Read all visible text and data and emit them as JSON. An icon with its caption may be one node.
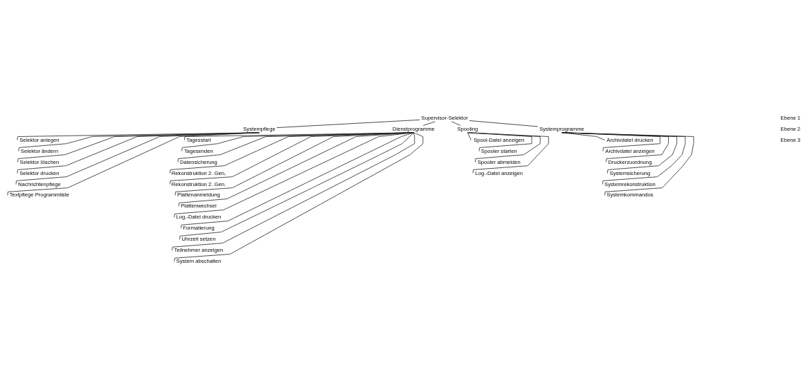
{
  "diagram": {
    "nodes": [
      {
        "text": [
          "Supervisor-Selektor"
        ]
      },
      {
        "text": [
          "Systempflege"
        ]
      },
      {
        "text": [
          "Dienstprogramme"
        ]
      },
      {
        "text": [
          "Spooling"
        ]
      },
      {
        "text": [
          "Systemprogramme"
        ]
      },
      {
        "text": [
          "Selektor anlegen"
        ]
      },
      {
        "text": [
          "Selektor ändern"
        ]
      },
      {
        "text": [
          "Selektor löschen"
        ]
      },
      {
        "text": [
          "Selektor drucken"
        ]
      },
      {
        "text": [
          "Nachrichtenpflege"
        ]
      },
      {
        "text": [
          "Textpflege Programmliste"
        ]
      },
      {
        "text": [
          "Tagesstart"
        ]
      },
      {
        "text": [
          "Tagesenden"
        ]
      },
      {
        "text": [
          "Datensicherung"
        ]
      },
      {
        "text": [
          "Rekonstruktion 2. Gen,"
        ]
      },
      {
        "text": [
          "Rekonstruktion 2. Gen."
        ]
      },
      {
        "text": [
          "Plattenanmeldung"
        ]
      },
      {
        "text": [
          "Plattenwechsel"
        ]
      },
      {
        "text": [
          "Log.-Datei drucken"
        ]
      },
      {
        "text": [
          "Formatierung"
        ]
      },
      {
        "text": [
          "Uhrzeit setzen"
        ]
      },
      {
        "text": [
          "Teilnehmer anzeigen"
        ]
      },
      {
        "text": [
          "System abschalten"
        ]
      },
      {
        "text": [
          "Spool-Datei anzeigen"
        ]
      },
      {
        "text": [
          "Spooler starten"
        ]
      },
      {
        "text": [
          "Spooler abmelden"
        ]
      },
      {
        "text": [
          "Log.-Datei anzeigen"
        ]
      },
      {
        "text": [
          "Archivdatei drucken"
        ]
      },
      {
        "text": [
          "Archivdatei anzeigen"
        ]
      },
      {
        "text": [
          "Druckerzuordnung"
        ]
      },
      {
        "text": [
          "Systemsicherung"
        ]
      },
      {
        "text": [
          "Systemrekonstruktion"
        ]
      },
      {
        "text": [
          "Systemkommandos"
        ]
      }
    ],
    "edges": [
      {
        "from": 0,
        "to": 1,
        "arrow": "none"
      },
      {
        "from": 0,
        "to": 2,
        "arrow": "none"
      },
      {
        "from": 0,
        "to": 3,
        "arrow": "none"
      },
      {
        "from": 0,
        "to": 4,
        "arrow": "none"
      },
      {
        "from": 1,
        "to": 5,
        "arrow": "none"
      },
      {
        "from": 1,
        "to": 6,
        "arrow": "none"
      },
      {
        "from": 1,
        "to": 7,
        "arrow": "none"
      },
      {
        "from": 1,
        "to": 8,
        "arrow": "none"
      },
      {
        "from": 1,
        "to": 9,
        "arrow": "none"
      },
      {
        "from": 1,
        "to": 10,
        "arrow": "none"
      },
      {
        "from": 2,
        "to": 11,
        "arrow": "none"
      },
      {
        "from": 2,
        "to": 12,
        "arrow": "none"
      },
      {
        "from": 2,
        "to": 13,
        "arrow": "none"
      },
      {
        "from": 2,
        "to": 14,
        "arrow": "none"
      },
      {
        "from": 2,
        "to": 15,
        "arrow": "none"
      },
      {
        "from": 2,
        "to": 16,
        "arrow": "none"
      },
      {
        "from": 2,
        "to": 17,
        "arrow": "none"
      },
      {
        "from": 2,
        "to": 18,
        "arrow": "none"
      },
      {
        "from": 2,
        "to": 19,
        "arrow": "none"
      },
      {
        "from": 2,
        "to": 20,
        "arrow": "none"
      },
      {
        "from": 2,
        "to": 21,
        "arrow": "none"
      },
      {
        "from": 2,
        "to": 22,
        "arrow": "none"
      },
      {
        "from": 3,
        "to": 23,
        "arrow": "none"
      },
      {
        "from": 3,
        "to": 24,
        "arrow": "none"
      },
      {
        "from": 3,
        "to": 25,
        "arrow": "none"
      },
      {
        "from": 3,
        "to": 26,
        "arrow": "none"
      },
      {
        "from": 4,
        "to": 27,
        "arrow": "none"
      },
      {
        "from": 4,
        "to": 28,
        "arrow": "none"
      },
      {
        "from": 4,
        "to": 29,
        "arrow": "none"
      },
      {
        "from": 4,
        "to": 30,
        "arrow": "none"
      },
      {
        "from": 4,
        "to": 31,
        "arrow": "none"
      },
      {
        "from": 4,
        "to": 32,
        "arrow": "none"
      }
    ],
    "labels": [
      "Ebene 1",
      "Ebene 2",
      "Ebene 3"
    ]
  }
}
